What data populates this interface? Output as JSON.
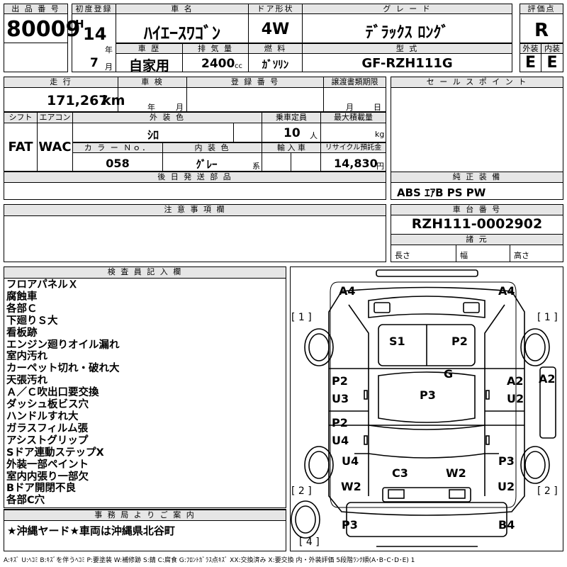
{
  "header": {
    "lot_label": "出 品 番 号",
    "lot_no": "80009",
    "first_reg_label": "初度登録",
    "era": "H",
    "year": "14",
    "year_unit": "年",
    "month": "7",
    "month_unit": "月",
    "car_name_label": "車 名",
    "car_name": "ﾊｲｴｰｽﾜｺﾞﾝ",
    "door_label": "ドア形状",
    "door": "4W",
    "grade_label": "グ レ ー ド",
    "grade": "ﾃﾞﾗｯｸｽ ﾛﾝｸﾞ",
    "score_label": "評価点",
    "score": "R",
    "history_label": "車 歴",
    "history": "自家用",
    "displacement_label": "排 気 量",
    "displacement": "2400",
    "displacement_unit": "cc",
    "fuel_label": "燃 料",
    "fuel": "ｶﾞｿﾘﾝ",
    "model_label": "型 式",
    "model": "GF-RZH111G",
    "exterior_label": "外装",
    "exterior": "E",
    "interior_label": "内装",
    "interior": "E"
  },
  "row2": {
    "mileage_label": "走 行",
    "mileage": "171,267",
    "mileage_unit": "km",
    "inspection_label": "車 検",
    "insp_year_unit": "年",
    "insp_month_unit": "月",
    "reg_label": "登 録 番 号",
    "transfer_label": "譲渡書類期限",
    "transfer_month": "月",
    "transfer_day": "日",
    "sales_point_label": "セ ー ル ス ポ イ ン ト",
    "shift_label": "シフト",
    "shift": "FAT",
    "ac_label": "エアコン",
    "ac": "WAC",
    "color_label": "外 装 色",
    "color": "ｼﾛ",
    "capacity_label": "乗車定員",
    "capacity": "10",
    "capacity_unit": "人",
    "load_label": "最大積載量",
    "load_unit": "kg",
    "color_no_label": "カ ラ ー Ｎｏ．",
    "color_no": "058",
    "int_color_label": "内 装 色",
    "int_color": "ｸﾞﾚｰ",
    "int_color_unit": "系",
    "import_label": "輸 入 車",
    "recycle_label": "リサイクル預託金",
    "recycle": "14,830",
    "recycle_unit": "円",
    "later_parts_label": "後 日 発 送 部 品",
    "equipment_label": "純 正 装 備",
    "equipment": "ABS ｴｱB PS PW"
  },
  "notes": {
    "caution_label": "注 意 事 項 欄",
    "chassis_label": "車 台 番 号",
    "chassis": "RZH111-0002902",
    "dims_label": "諸 元",
    "length": "長さ",
    "width": "幅",
    "height": "高さ"
  },
  "inspector": {
    "label": "検 査 員 記 入 欄",
    "remarks": [
      "フロアパネルＸ",
      "腐蝕車",
      "各部Ｃ",
      "下廻りＳ大",
      "看板跡",
      "エンジン廻りオイル漏れ",
      "室内汚れ",
      "カーペット切れ・破れ大",
      "天張汚れ",
      "Ａ／Ｃ吹出口要交換",
      "ダッシュ板ビス穴",
      "ハンドルすれ大",
      "ガラスフィルム張",
      "アシストグリップ",
      "Sドア連動ステップX",
      "外装一部ペイント",
      "室内内張り一部欠",
      "Bドア開閉不良",
      "各部C穴"
    ],
    "office_label": "事 務 局 よ り ご 案 内",
    "office_note": "★沖縄ヤード★車両は沖縄県北谷町"
  },
  "diagram": {
    "labels": {
      "A4_left": "A4",
      "A4_right": "A4",
      "S1": "S1",
      "P2_top": "P2",
      "G": "G",
      "P2_a": "P2",
      "U3": "U3",
      "P3_center": "P3",
      "A2_inner": "A2",
      "U2_inner": "U2",
      "A2_outer": "A2",
      "P2_b": "P2",
      "U4_a": "U4",
      "U4_b": "U4",
      "C3": "C3",
      "W2_center": "W2",
      "P3_right": "P3",
      "W2_left": "W2",
      "U2_right": "U2",
      "P3_bottom": "P3",
      "B4": "B4"
    },
    "brackets": {
      "one_left": "[ 1 ]",
      "one_right": "[ 1 ]",
      "two_left": "[ 2 ]",
      "two_right": "[ 2 ]",
      "four": "[ 4 ]"
    }
  },
  "legend": "A:ｷｽﾞ U:ﾍｺﾐ B:ｷｽﾞを伴うﾍｺﾐ P:要塗装 W:補修跡 S:錆 C:腐食 G:ﾌﾛﾝﾄｶﾞﾗｽ点ｷｽﾞ XX:交換済み X:要交換 内・外装評価 5段階ﾗﾝｸ順(A･B･C･D･E) 1"
}
